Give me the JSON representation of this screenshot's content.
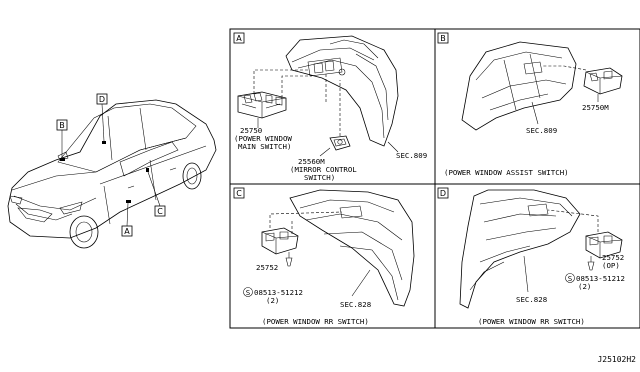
{
  "car_callouts": [
    "A",
    "B",
    "C",
    "D"
  ],
  "panels": [
    {
      "id": "A",
      "caption": "",
      "labels": {
        "part_main": "25750",
        "part_main_desc_1": "(POWER WINDOW",
        "part_main_desc_2": "MAIN SWITCH)",
        "part_mirror": "25560M",
        "part_mirror_desc_1": "(MIRROR CONTROL",
        "part_mirror_desc_2": "SWITCH)",
        "sec": "SEC.809"
      }
    },
    {
      "id": "B",
      "caption": "(POWER WINDOW ASSIST SWITCH)",
      "labels": {
        "part": "25750M",
        "sec": "SEC.809"
      }
    },
    {
      "id": "C",
      "caption": "(POWER WINDOW RR SWITCH)",
      "labels": {
        "part": "25752",
        "bolt": "08513-51212",
        "bolt_qty": "(2)",
        "bolt_symbol": "S",
        "sec": "SEC.828"
      }
    },
    {
      "id": "D",
      "caption": "(POWER WINDOW RR SWITCH)",
      "labels": {
        "part": "25752",
        "part_note": "(OP)",
        "bolt": "08513-51212",
        "bolt_qty": "(2)",
        "bolt_symbol": "S",
        "sec": "SEC.828"
      }
    }
  ],
  "diagram_code": "J25102H2"
}
